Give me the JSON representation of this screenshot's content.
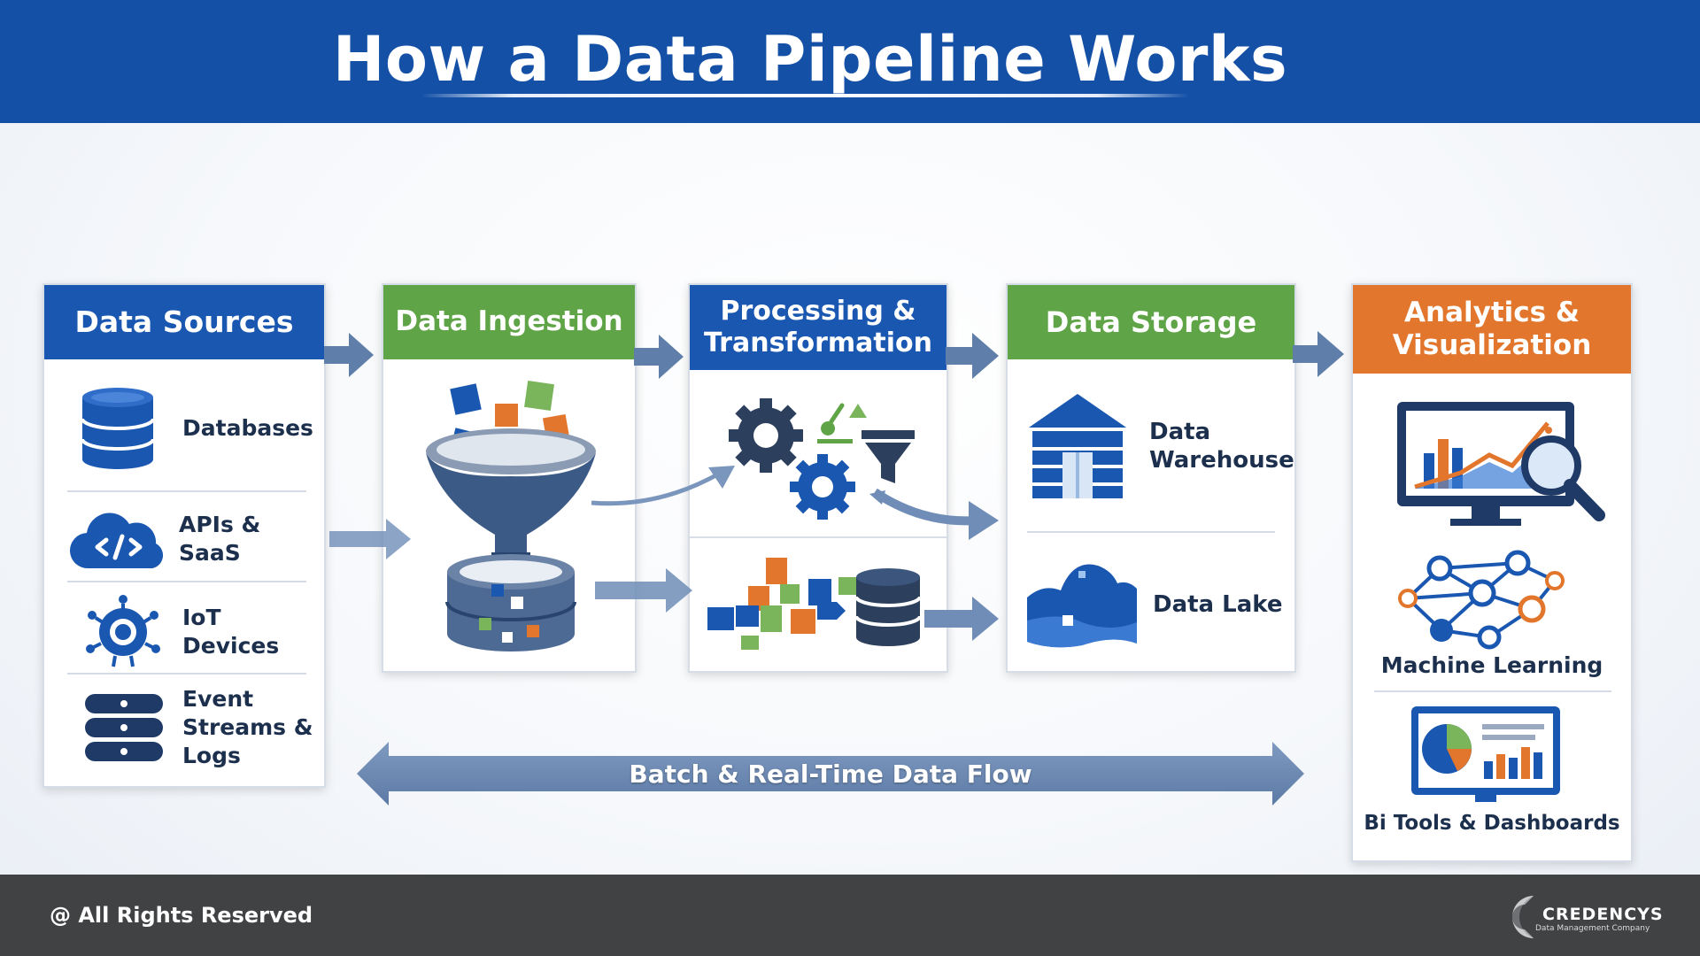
{
  "header": {
    "title": "How a Data Pipeline Works"
  },
  "stages": {
    "sources": {
      "title": "Data Sources",
      "items": [
        {
          "label": "Databases",
          "icon": "database-icon"
        },
        {
          "label": "APIs & SaaS",
          "icon": "cloud-code-icon"
        },
        {
          "label": "IoT Devices",
          "icon": "iot-device-icon"
        },
        {
          "label": "Event Streams & Logs",
          "label_line1": "Event",
          "label_line2": "Streams & Logs",
          "icon": "server-icon"
        }
      ]
    },
    "ingestion": {
      "title": "Data Ingestion",
      "icon": "funnel-icon"
    },
    "processing": {
      "title_line1": "Processing &",
      "title_line2": "Transformation",
      "icons": [
        "gears-icon",
        "filter-icon",
        "blocks-icon",
        "database-icon"
      ]
    },
    "storage": {
      "title": "Data Storage",
      "items": [
        {
          "label_line1": "Data",
          "label_line2": "Warehouse",
          "icon": "warehouse-icon"
        },
        {
          "label": "Data Lake",
          "icon": "lake-icon"
        }
      ]
    },
    "analytics": {
      "title_line1": "Analytics &",
      "title_line2": "Visualization",
      "items": [
        {
          "label": "",
          "icon": "monitor-chart-icon"
        },
        {
          "label": "Machine Learning",
          "icon": "neural-network-icon"
        },
        {
          "label": "Bi Tools & Dashboards",
          "icon": "dashboard-icon"
        }
      ]
    }
  },
  "flow": {
    "label": "Batch & Real-Time Data Flow"
  },
  "footer": {
    "rights": "@ All Rights Reserved",
    "logo_brand": "CREDENCYS",
    "logo_tagline": "Data Management Company"
  },
  "colors": {
    "header": "#1450a6",
    "blue": "#1a57b1",
    "green": "#5fa447",
    "orange": "#e2762c",
    "arrow": "#5f7ea9",
    "footer": "#404244"
  }
}
